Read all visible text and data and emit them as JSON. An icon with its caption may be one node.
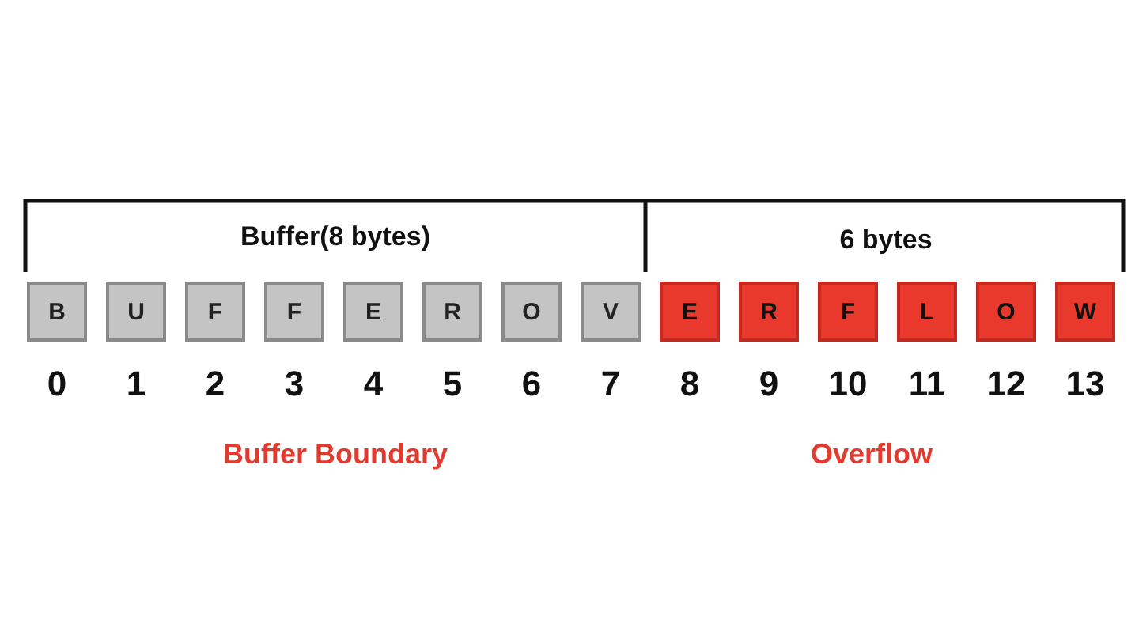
{
  "diagram": {
    "nodes": [
      {
        "text": [
          "B"
        ],
        "beside": [
          "0"
        ]
      },
      {
        "text": [
          "U"
        ],
        "beside": [
          "1"
        ]
      },
      {
        "text": [
          "F"
        ],
        "beside": [
          "2"
        ]
      },
      {
        "text": [
          "F"
        ],
        "beside": [
          "3"
        ]
      },
      {
        "text": [
          "E"
        ],
        "beside": [
          "4"
        ]
      },
      {
        "text": [
          "R"
        ],
        "beside": [
          "5"
        ]
      },
      {
        "text": [
          "O"
        ],
        "beside": [
          "6"
        ]
      },
      {
        "text": [
          "V"
        ],
        "beside": [
          "7"
        ]
      },
      {
        "text": [
          "E"
        ],
        "beside": [
          "8"
        ]
      },
      {
        "text": [
          "R"
        ],
        "beside": [
          "9"
        ]
      },
      {
        "text": [
          "F"
        ],
        "beside": [
          "10"
        ]
      },
      {
        "text": [
          "L"
        ],
        "beside": [
          "11"
        ]
      },
      {
        "text": [
          "O"
        ],
        "beside": [
          "12"
        ]
      },
      {
        "text": [
          "W"
        ],
        "beside": [
          "13"
        ]
      }
    ],
    "edges": [],
    "labels": [
      "Buffer(8 bytes)",
      "6 bytes",
      "Buffer Boundary",
      "Overflow"
    ]
  }
}
